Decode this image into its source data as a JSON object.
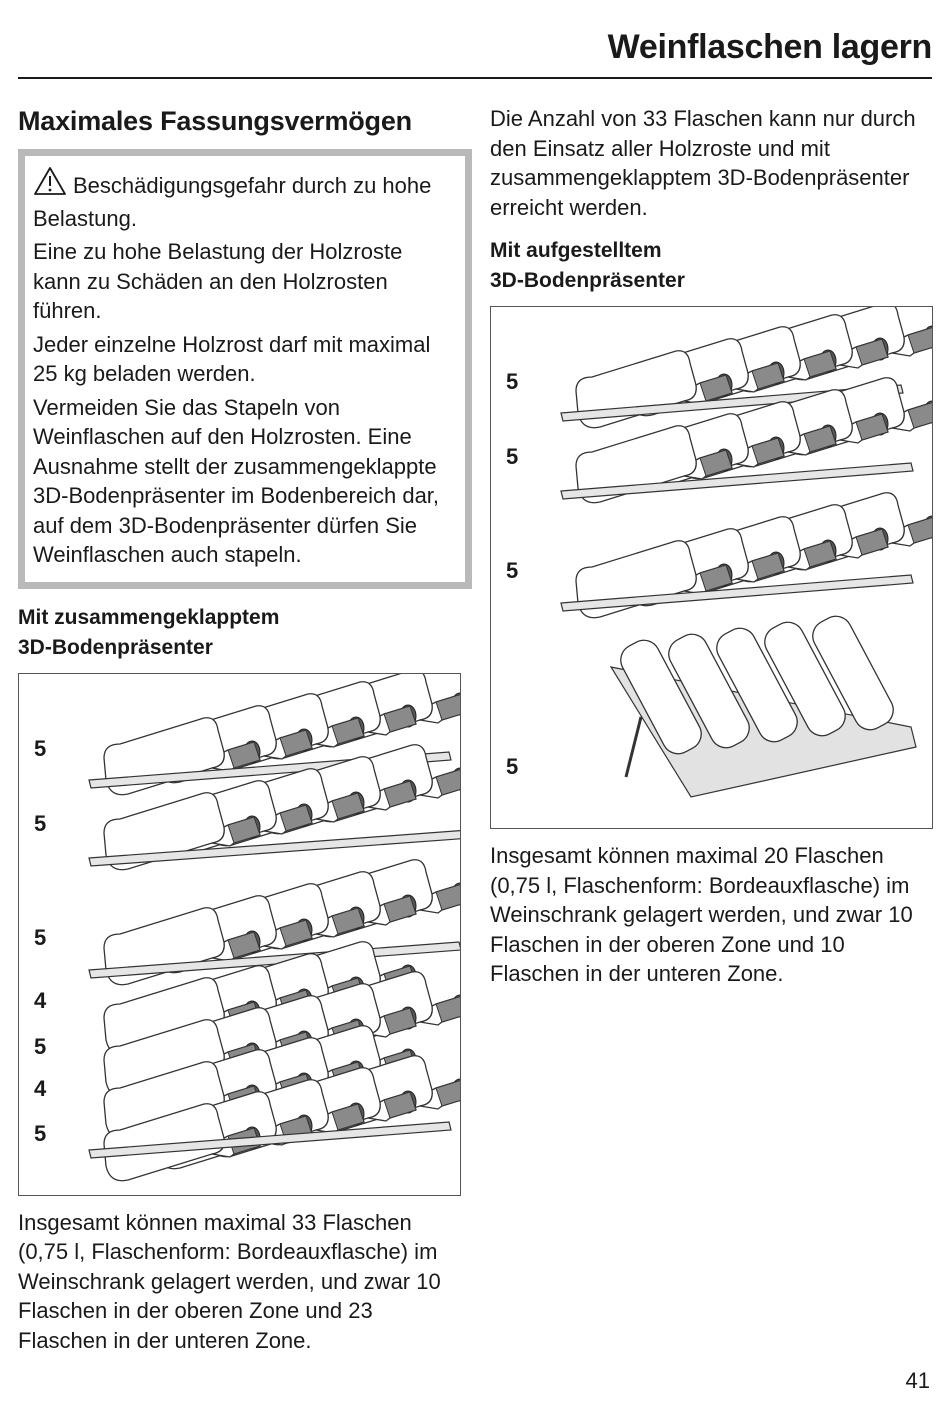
{
  "header": {
    "title": "Weinflaschen lagern"
  },
  "left": {
    "section_title": "Maximales Fassungsvermögen",
    "warning": {
      "icon": "warning-triangle-icon",
      "heading": "Beschädigungsgefahr durch zu hohe Belastung.",
      "paragraphs": [
        "Eine zu hohe Belastung der Holzroste kann zu Schäden an den Holzrosten führen.",
        "Jeder einzelne Holzrost darf mit maximal 25 kg beladen werden.",
        "Vermeiden Sie das Stapeln von Weinflaschen auf den Holzrosten. Eine Ausnahme stellt der zusammengeklappte 3D-Bodenpräsenter im Bodenbereich dar, auf dem 3D-Bodenpräsenter dürfen Sie Weinflaschen auch stapeln."
      ]
    },
    "sub_title_line1": "Mit zusammengeklapptem",
    "sub_title_line2": "3D-Bodenpräsenter",
    "figure_counts": [
      "5",
      "5",
      "5",
      "4",
      "5",
      "4",
      "5"
    ],
    "caption": "Insgesamt können maximal 33 Flaschen (0,75 l, Flaschenform: Bordeauxflasche) im Weinschrank gelagert werden, und zwar 10 Flaschen in der oberen Zone und 23 Flaschen in der unteren Zone."
  },
  "right": {
    "intro": "Die Anzahl von 33 Flaschen kann nur durch den Einsatz aller Holzroste und mit zusammengeklapptem 3D-Bodenpräsenter erreicht werden.",
    "sub_title_line1": "Mit aufgestelltem",
    "sub_title_line2": "3D-Bodenpräsenter",
    "figure_counts": [
      "5",
      "5",
      "5",
      "5"
    ],
    "caption": "Insgesamt können maximal 20 Flaschen (0,75 l, Flaschenform: Bordeauxflasche) im Weinschrank gelagert werden, und zwar 10 Flaschen in der oberen Zone und 10 Flaschen in der unteren Zone."
  },
  "page_number": "41"
}
